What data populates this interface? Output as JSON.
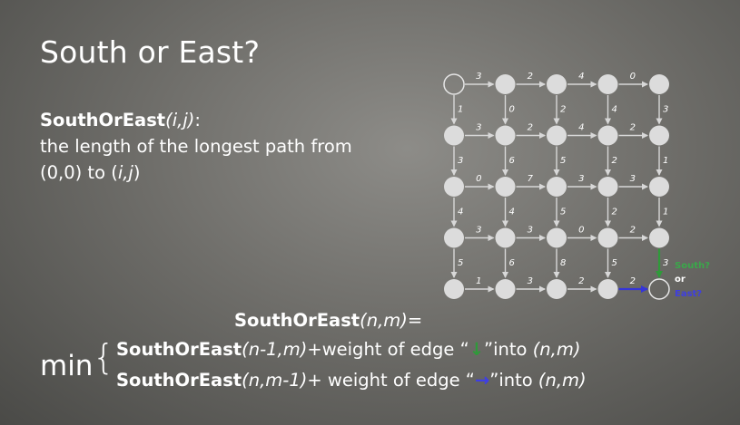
{
  "slide": {
    "title": "South or East?",
    "definition": {
      "fn_name": "SouthOrEast",
      "fn_args": "(i,j)",
      "fn_colon": ":",
      "line2": "the length of the longest path from",
      "line3_pre": "(0,0) to (",
      "line3_args": "i,j",
      "line3_post": ")"
    },
    "formula": {
      "head_name": "SouthOrEast",
      "head_args": "(n,m)=",
      "min_word": "min",
      "brace": "{",
      "case1": {
        "name": "SouthOrEast",
        "args": "(n-1,m)",
        "mid": "+weight of edge “",
        "arrow": "↓",
        "end": "”into ",
        "target": "(n,m)"
      },
      "case2": {
        "name": "SouthOrEast",
        "args": "(n,m-1)",
        "mid": "+ weight of edge “",
        "arrow": "→",
        "end": "”into ",
        "target": "(n,m)"
      }
    },
    "grid": {
      "rows": 5,
      "cols": 5,
      "horizontal_weights": [
        [
          3,
          2,
          4,
          0
        ],
        [
          3,
          2,
          4,
          2
        ],
        [
          0,
          7,
          3,
          3
        ],
        [
          3,
          3,
          0,
          2
        ],
        [
          1,
          3,
          2,
          2
        ]
      ],
      "vertical_weights": [
        [
          1,
          0,
          2,
          4,
          3
        ],
        [
          3,
          6,
          5,
          2,
          1
        ],
        [
          4,
          4,
          5,
          2,
          1
        ],
        [
          5,
          6,
          8,
          5,
          3
        ]
      ],
      "south_label": "South?",
      "or_label": "or",
      "east_label": "East?",
      "colors": {
        "node": "#dcdcdc",
        "edge": "#d8d8d8",
        "south_arrow": "#2f9a3a",
        "east_arrow": "#3535d8",
        "south_text": "#3aa84a",
        "east_text": "#3f3fe0"
      }
    }
  }
}
